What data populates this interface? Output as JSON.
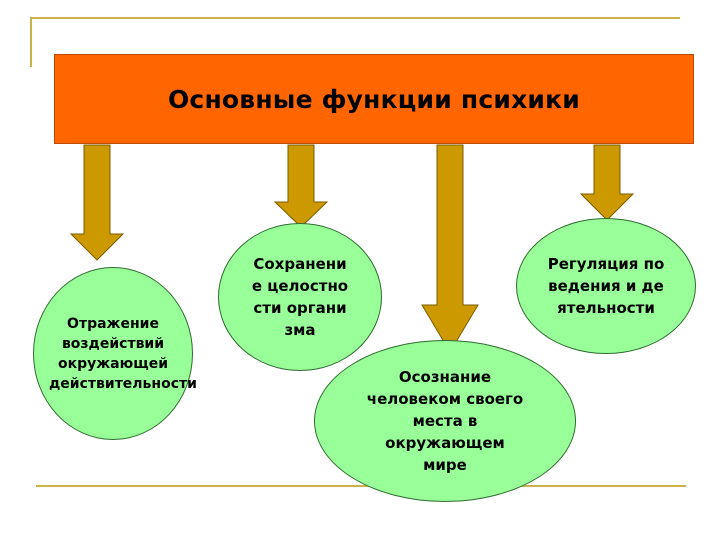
{
  "title": "Основные функции психики",
  "colors": {
    "title_fill": "#ff6600",
    "arrow_fill": "#cc9900",
    "oval_fill": "#99ff99",
    "frame_line": "#c9b24a"
  },
  "functions": [
    {
      "id": "reflection",
      "label": "Отражение воздействий окружающей действительности"
    },
    {
      "id": "integrity",
      "label": "Сохранение целостности организма"
    },
    {
      "id": "self-awareness",
      "label": "Осознание человеком своего места в окружающем мире"
    },
    {
      "id": "regulation",
      "label": "Регуляция поведения и деятельности"
    }
  ]
}
